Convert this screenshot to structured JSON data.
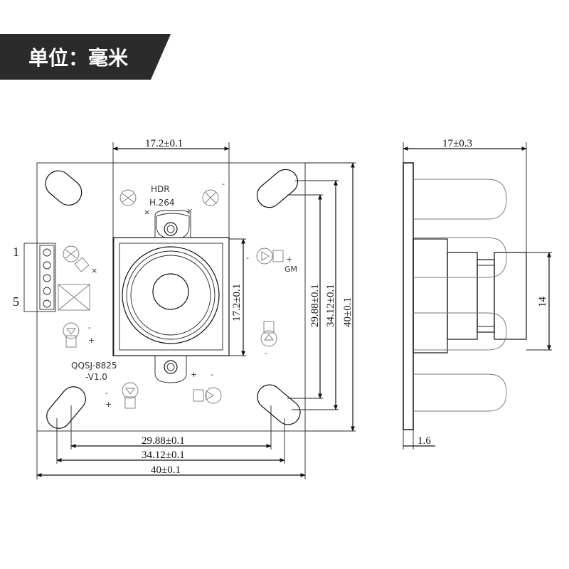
{
  "header": {
    "unit_label": "单位：毫米",
    "background_color": "#2b2b2b",
    "text_color": "#ffffff"
  },
  "front_view": {
    "silkscreen": {
      "hdr": "HDR",
      "codec": "H.264",
      "model": "QQSJ-8825",
      "version": "-V1.0",
      "gm": "GM"
    },
    "pin_labels": {
      "first": "1",
      "last": "5"
    },
    "polarity": {
      "plus": "+",
      "minus": "-",
      "times": "×"
    },
    "dimensions": {
      "lens_width": "17.2±0.1",
      "lens_height": "17.2±0.1",
      "hole_spacing_v": "29.88±0.1",
      "hole_outer_v": "34.12±0.1",
      "board_height": "40±0.1",
      "hole_spacing_h": "29.88±0.1",
      "hole_outer_h": "34.12±0.1",
      "board_width": "40±0.1"
    }
  },
  "side_view": {
    "dimensions": {
      "total_depth": "17±0.3",
      "lens_diameter": "14",
      "board_thickness": "1.6"
    }
  }
}
